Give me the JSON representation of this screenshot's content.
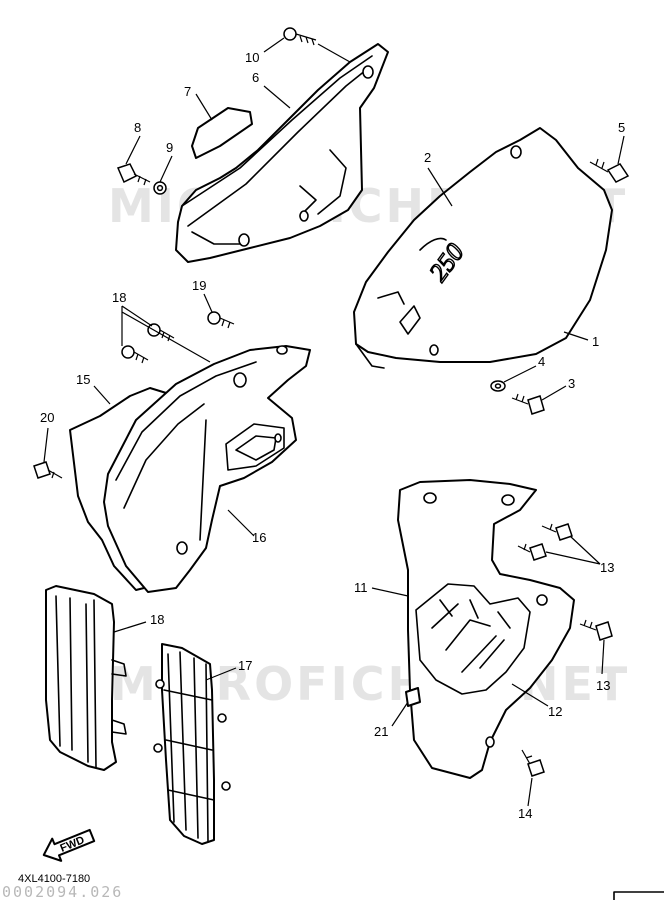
{
  "watermark": "MICROFICHES.NET",
  "diagram_code": "4XL4100-7180",
  "serial_code": "0002094.026",
  "fwd_label": "FWD",
  "decal_number": "250",
  "callouts": [
    {
      "id": "c1",
      "label": "1"
    },
    {
      "id": "c2",
      "label": "2"
    },
    {
      "id": "c3",
      "label": "3"
    },
    {
      "id": "c4",
      "label": "4"
    },
    {
      "id": "c5",
      "label": "5"
    },
    {
      "id": "c6",
      "label": "6"
    },
    {
      "id": "c7",
      "label": "7"
    },
    {
      "id": "c8",
      "label": "8"
    },
    {
      "id": "c9",
      "label": "9"
    },
    {
      "id": "c10",
      "label": "10"
    },
    {
      "id": "c11",
      "label": "11"
    },
    {
      "id": "c12",
      "label": "12"
    },
    {
      "id": "c13a",
      "label": "13"
    },
    {
      "id": "c13b",
      "label": "13"
    },
    {
      "id": "c14",
      "label": "14"
    },
    {
      "id": "c15",
      "label": "15"
    },
    {
      "id": "c16",
      "label": "16"
    },
    {
      "id": "c17",
      "label": "17"
    },
    {
      "id": "c18a",
      "label": "18"
    },
    {
      "id": "c18b",
      "label": "18"
    },
    {
      "id": "c19",
      "label": "19"
    },
    {
      "id": "c20",
      "label": "20"
    },
    {
      "id": "c21",
      "label": "21"
    }
  ],
  "parts": [
    {
      "id": "side-cover-right",
      "icon": "side-cover-icon"
    },
    {
      "id": "side-cover-left",
      "icon": "side-cover-icon"
    },
    {
      "id": "radiator-shroud-left",
      "icon": "shroud-icon"
    },
    {
      "id": "radiator-shroud-right",
      "icon": "shroud-icon"
    },
    {
      "id": "radiator-guard",
      "icon": "grille-icon"
    },
    {
      "id": "radiator-guard-cover",
      "icon": "grille-icon"
    }
  ]
}
